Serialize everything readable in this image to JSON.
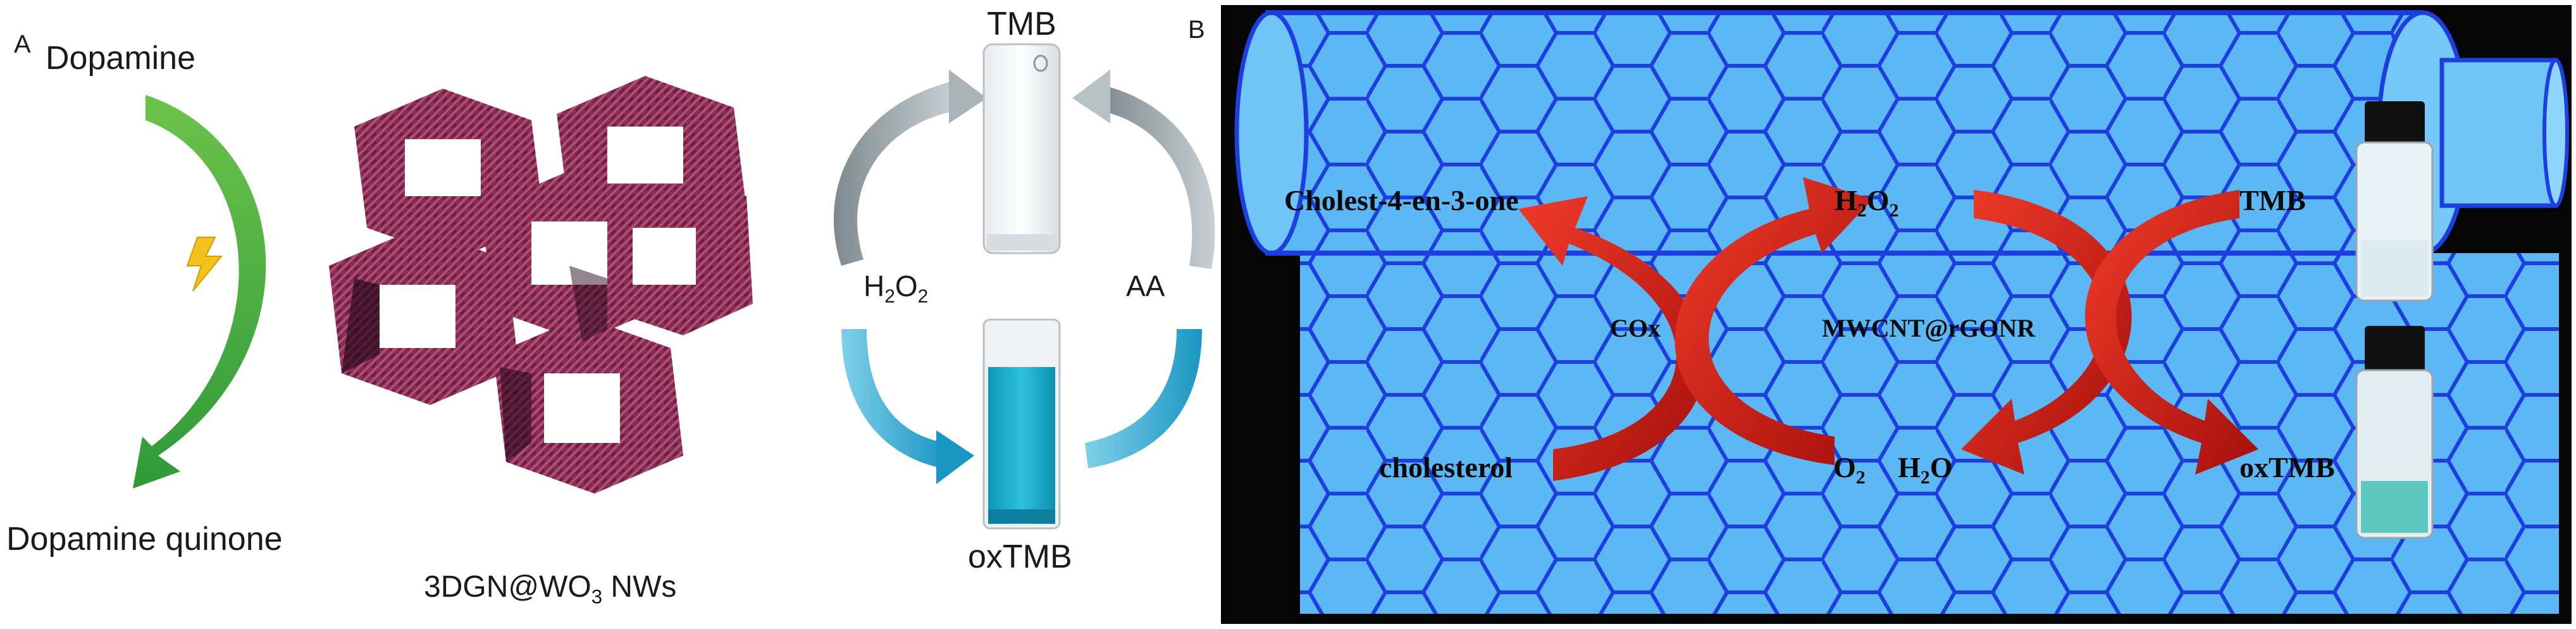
{
  "panel_a": {
    "letter": "A",
    "dopamine": "Dopamine",
    "dopamine_quinone": "Dopamine quinone",
    "material": {
      "main": "3DGN@WO",
      "sub": "3",
      "tail": " NWs"
    },
    "tmb": "TMB",
    "oxtmb": "oxTMB",
    "h2o2": {
      "a": "H",
      "b": "2",
      "c": "O",
      "d": "2"
    },
    "aa": "AA"
  },
  "panel_b": {
    "letter": "B",
    "cholestenone": "Cholest-4-en-3-one",
    "h2o2": {
      "a": "H",
      "b": "2",
      "c": "O",
      "d": "2"
    },
    "tmb": "TMB",
    "cox": "COx",
    "catalyst": "MWCNT@rGONR",
    "cholesterol": "cholesterol",
    "o2": {
      "a": "O",
      "b": "2"
    },
    "h2o": {
      "a": "H",
      "b": "2",
      "c": "O"
    },
    "oxtmb": "oxTMB"
  },
  "colors": {
    "green_arrow": "#4aa83a",
    "grey_arrow": "#9aa4aa",
    "cyan_arrow": "#2aa7cf",
    "framework": "#8a2d55",
    "tube_blue": "#5cb8f5",
    "mesh_line": "#1e3fe0",
    "red_arrow": "#d4201a",
    "oxtmb_liquid": "#1fb0cf",
    "lightning": "#f4c21c"
  }
}
